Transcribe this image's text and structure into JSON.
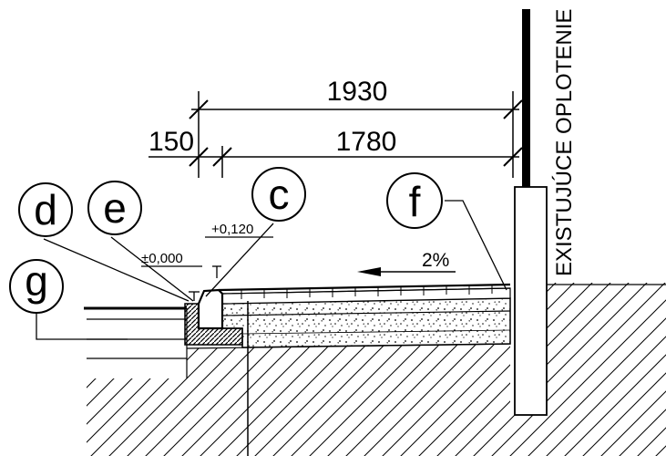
{
  "dimensions": {
    "overall": "1930",
    "curb": "150",
    "pavement": "1780"
  },
  "levels": {
    "top_curb": "+0,120",
    "base": "±0,000"
  },
  "slope": "2%",
  "labels": {
    "c": "c",
    "d": "d",
    "e": "e",
    "f": "f",
    "g": "g"
  },
  "fence_text": "EXISTUJÚCE OPLOTENIE",
  "colors": {
    "line": "#000000",
    "background": "#ffffff"
  }
}
